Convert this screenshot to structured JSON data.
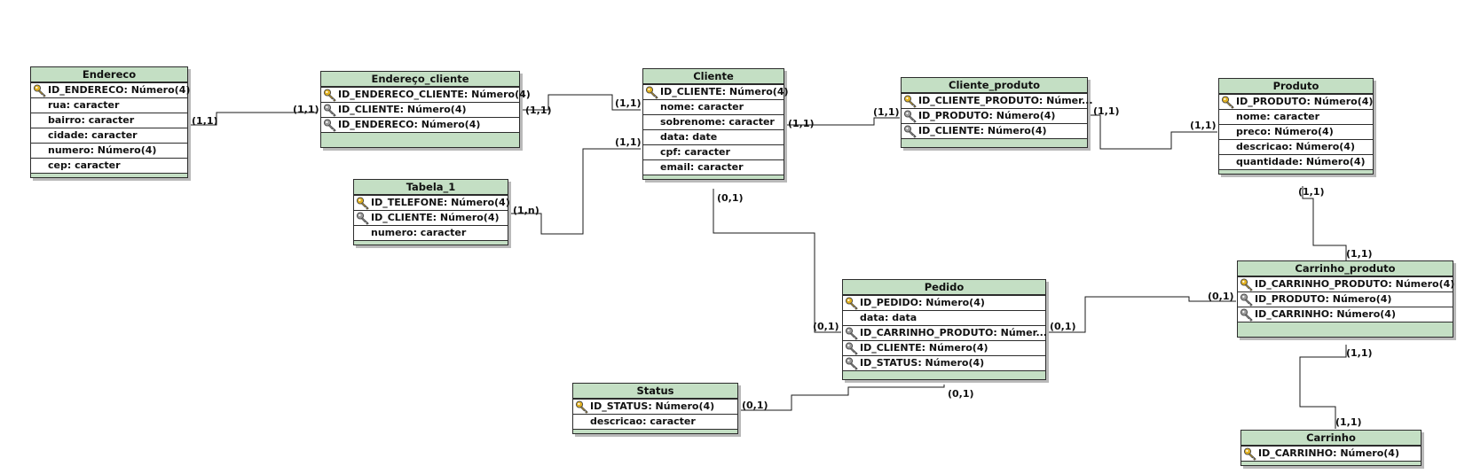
{
  "entities": {
    "endereco": {
      "name": "Endereco",
      "attributes": [
        {
          "text": "ID_ENDERECO: Número(4)",
          "key": "pk"
        },
        {
          "text": "rua: caracter",
          "key": "none"
        },
        {
          "text": "bairro: caracter",
          "key": "none"
        },
        {
          "text": "cidade: caracter",
          "key": "none"
        },
        {
          "text": "numero: Número(4)",
          "key": "none"
        },
        {
          "text": "cep: caracter",
          "key": "none"
        }
      ]
    },
    "endereco_cliente": {
      "name": "Endereço_cliente",
      "attributes": [
        {
          "text": "ID_ENDERECO_CLIENTE: Número(4)",
          "key": "pk"
        },
        {
          "text": "ID_CLIENTE: Número(4)",
          "key": "fk"
        },
        {
          "text": "ID_ENDERECO: Número(4)",
          "key": "fk"
        }
      ]
    },
    "cliente": {
      "name": "Cliente",
      "attributes": [
        {
          "text": "ID_CLIENTE: Número(4)",
          "key": "pk"
        },
        {
          "text": "nome: caracter",
          "key": "none"
        },
        {
          "text": "sobrenome: caracter",
          "key": "none"
        },
        {
          "text": "data: date",
          "key": "none"
        },
        {
          "text": "cpf: caracter",
          "key": "none"
        },
        {
          "text": "email: caracter",
          "key": "none"
        }
      ]
    },
    "cliente_produto": {
      "name": "Cliente_produto",
      "attributes": [
        {
          "text": "ID_CLIENTE_PRODUTO: Númer...",
          "key": "pk"
        },
        {
          "text": "ID_PRODUTO: Número(4)",
          "key": "fk"
        },
        {
          "text": "ID_CLIENTE: Número(4)",
          "key": "fk"
        }
      ]
    },
    "produto": {
      "name": "Produto",
      "attributes": [
        {
          "text": "ID_PRODUTO: Número(4)",
          "key": "pk"
        },
        {
          "text": "nome: caracter",
          "key": "none"
        },
        {
          "text": "preco: Número(4)",
          "key": "none"
        },
        {
          "text": "descricao: Número(4)",
          "key": "none"
        },
        {
          "text": "quantidade: Número(4)",
          "key": "none"
        }
      ]
    },
    "tabela_1": {
      "name": "Tabela_1",
      "attributes": [
        {
          "text": "ID_TELEFONE: Número(4)",
          "key": "pk"
        },
        {
          "text": "ID_CLIENTE: Número(4)",
          "key": "fk"
        },
        {
          "text": "numero: caracter",
          "key": "none"
        }
      ]
    },
    "pedido": {
      "name": "Pedido",
      "attributes": [
        {
          "text": "ID_PEDIDO: Número(4)",
          "key": "pk"
        },
        {
          "text": "data: data",
          "key": "none"
        },
        {
          "text": "ID_CARRINHO_PRODUTO: Númer...",
          "key": "fk"
        },
        {
          "text": "ID_CLIENTE: Número(4)",
          "key": "fk"
        },
        {
          "text": "ID_STATUS: Número(4)",
          "key": "fk"
        }
      ]
    },
    "carrinho_produto": {
      "name": "Carrinho_produto",
      "attributes": [
        {
          "text": "ID_CARRINHO_PRODUTO: Número(4)",
          "key": "pk"
        },
        {
          "text": "ID_PRODUTO: Número(4)",
          "key": "fk"
        },
        {
          "text": "ID_CARRINHO: Número(4)",
          "key": "fk"
        }
      ]
    },
    "status": {
      "name": "Status",
      "attributes": [
        {
          "text": "ID_STATUS: Número(4)",
          "key": "pk"
        },
        {
          "text": "descricao: caracter",
          "key": "none"
        }
      ]
    },
    "carrinho": {
      "name": "Carrinho",
      "attributes": [
        {
          "text": "ID_CARRINHO: Número(4)",
          "key": "pk"
        }
      ]
    }
  },
  "cardinalities": {
    "endereco_to_link": "(1,1)",
    "endereco_cliente_to_endereco": "(1,1)",
    "endereco_cliente_to_cliente": "(1,1)",
    "cliente_from_endereco_cliente": "(1,1)",
    "cliente_from_tabela_1": "(1,1)",
    "tabela_1_to_cliente": "(1,n)",
    "cliente_to_cliente_produto": "(1,1)",
    "cliente_produto_from_cliente": "(1,1)",
    "cliente_produto_to_produto": "(1,1)",
    "produto_from_cliente_produto": "(1,1)",
    "cliente_to_pedido": "(0,1)",
    "produto_to_carrinho_produto": "(1,1)",
    "carrinho_produto_from_produto": "(1,1)",
    "pedido_from_cliente": "(0,1)",
    "pedido_to_carrinho_produto": "(0,1)",
    "carrinho_produto_from_pedido": "(0,1)",
    "carrinho_produto_to_carrinho": "(1,1)",
    "carrinho_from_carrinho_produto": "(1,1)",
    "status_to_pedido": "(0,1)",
    "pedido_to_status": "(0,1)"
  },
  "colors": {
    "header_fill": "#c4dfc4",
    "border": "#2c2c2c",
    "shadow": "#b9b9b9",
    "pk_key": "#e0b020",
    "fk_key": "#9a9a9a"
  },
  "icons": {
    "pk": "primary-key-icon",
    "fk": "foreign-key-icon"
  }
}
